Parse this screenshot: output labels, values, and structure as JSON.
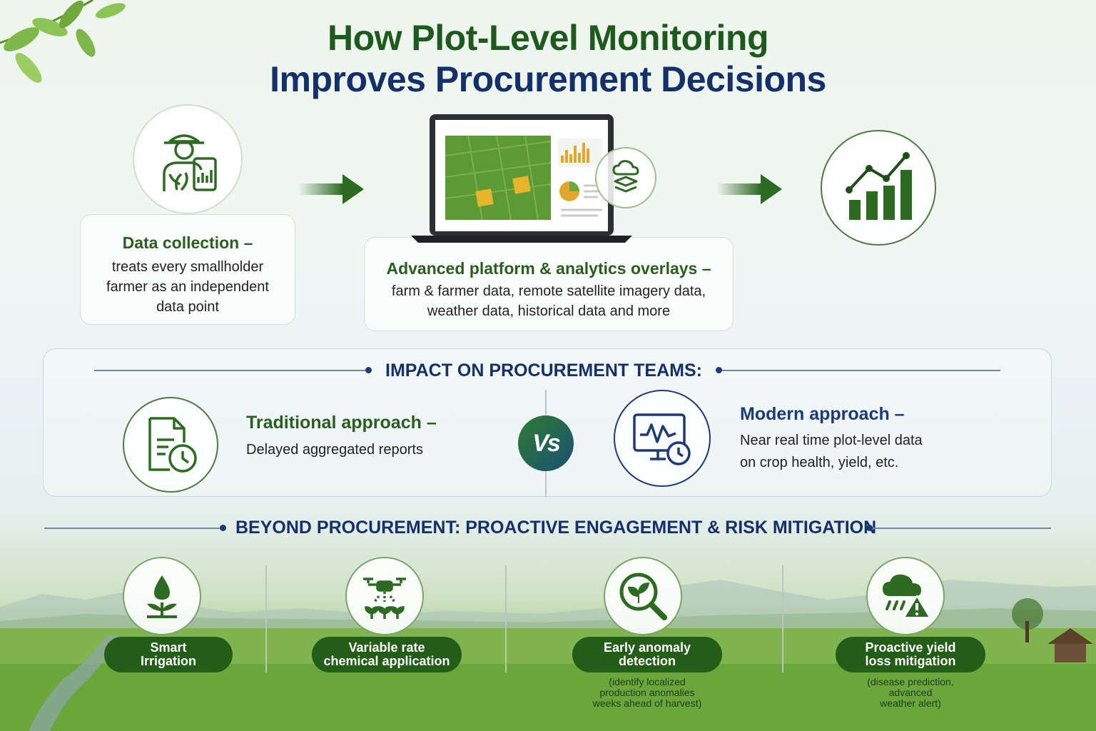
{
  "title": {
    "line1": "How Plot-Level Monitoring",
    "line2": "Improves Procurement Decisions"
  },
  "steps": [
    {
      "icon": "farmer-tablet-icon",
      "heading": "Data collection –",
      "body_lines": [
        "treats every smallholder",
        "farmer as an independent",
        "data point"
      ]
    },
    {
      "icon": "laptop-dashboard-icon",
      "heading": "Advanced platform & analytics overlays –",
      "body_lines": [
        "farm & farmer data, remote satellite imagery data,",
        "weather data, historical data and more"
      ]
    },
    {
      "icon": "growth-chart-icon"
    }
  ],
  "impact": {
    "heading": "IMPACT ON PROCUREMENT TEAMS:",
    "vs_label": "Vs",
    "traditional": {
      "icon": "document-clock-icon",
      "heading": "Traditional approach –",
      "body": "Delayed aggregated reports"
    },
    "modern": {
      "icon": "monitor-clock-icon",
      "heading": "Modern approach –",
      "body_lines": [
        "Near real time plot-level data",
        "on crop health, yield, etc."
      ]
    }
  },
  "beyond": {
    "heading": "BEYOND PROCUREMENT: PROACTIVE ENGAGEMENT & RISK MITIGATION",
    "items": [
      {
        "icon": "water-drop-plant-icon",
        "label_lines": [
          "Smart",
          "Irrigation"
        ]
      },
      {
        "icon": "drone-spray-icon",
        "label_lines": [
          "Variable rate",
          "chemical application"
        ]
      },
      {
        "icon": "magnifier-leaf-icon",
        "label_lines": [
          "Early anomaly",
          "detection"
        ],
        "note_lines": [
          "(identify localized",
          "production anomalies",
          "weeks ahead of harvest)"
        ]
      },
      {
        "icon": "cloud-rain-warning-icon",
        "label_lines": [
          "Proactive yield",
          "loss mitigation"
        ],
        "note_lines": [
          "(disease prediction,",
          "advanced",
          "weather alert)"
        ]
      }
    ]
  },
  "colors": {
    "green_dark": "#235d18",
    "navy": "#14306b",
    "icon_green": "#2e6b22",
    "icon_navy": "#1d3a78"
  }
}
